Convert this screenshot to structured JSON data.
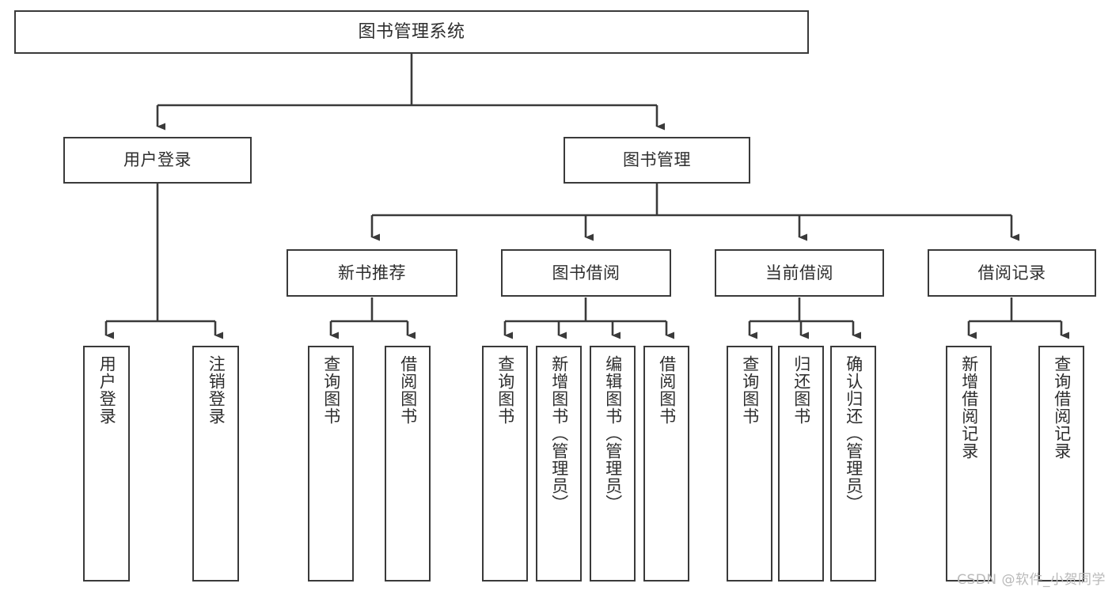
{
  "diagram": {
    "title": "图书管理系统",
    "watermark": "CSDN @软件_小贺同学",
    "line_color": "#3a3a3a",
    "text_color": "#2e2e2e",
    "background": "#ffffff",
    "root": {
      "label": "图书管理系统"
    },
    "level1": [
      {
        "key": "user_login",
        "label": "用户登录"
      },
      {
        "key": "book_manage",
        "label": "图书管理"
      }
    ],
    "level2": [
      {
        "key": "new_book_rec",
        "label": "新书推荐"
      },
      {
        "key": "book_borrow",
        "label": "图书借阅"
      },
      {
        "key": "current_borrow",
        "label": "当前借阅"
      },
      {
        "key": "borrow_record",
        "label": "借阅记录"
      }
    ],
    "leaves": {
      "user_login": [
        {
          "label": "用户登录"
        },
        {
          "label": "注销登录"
        }
      ],
      "new_book_rec": [
        {
          "label": "查询图书"
        },
        {
          "label": "借阅图书"
        }
      ],
      "book_borrow": [
        {
          "label": "查询图书"
        },
        {
          "label": "新增图书（管理员）"
        },
        {
          "label": "编辑图书（管理员）"
        },
        {
          "label": "借阅图书"
        }
      ],
      "current_borrow": [
        {
          "label": "查询图书"
        },
        {
          "label": "归还图书"
        },
        {
          "label": "确认归还（管理员）"
        }
      ],
      "borrow_record": [
        {
          "label": "新增借阅记录"
        },
        {
          "label": "查询借阅记录"
        }
      ]
    }
  }
}
